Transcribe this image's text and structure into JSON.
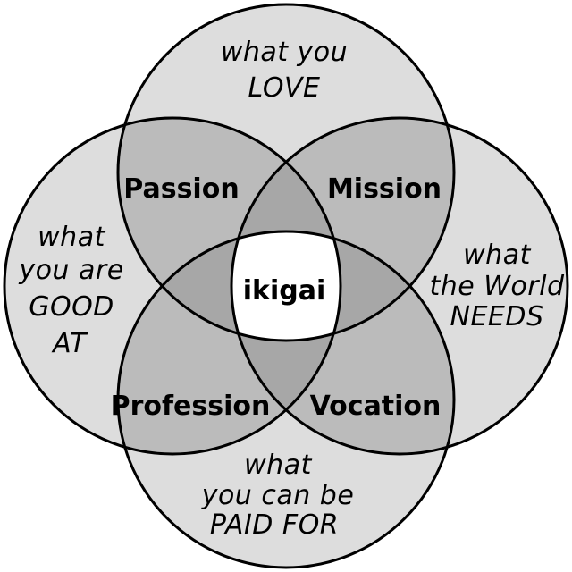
{
  "colors": {
    "single_region": "#dddddd",
    "double_overlap": "#bbbbbb",
    "triple_overlap": "#a7a7a7",
    "center": "#ffffff",
    "outline": "#000000"
  },
  "circles": {
    "top": {
      "line1": "what you",
      "line2": "LOVE"
    },
    "left": {
      "line1": "what",
      "line2": "you are",
      "line3": "GOOD",
      "line4": "AT"
    },
    "right": {
      "line1": "what",
      "line2": "the World",
      "line3": "NEEDS"
    },
    "bottom": {
      "line1": "what",
      "line2": "you can be",
      "line3": "PAID FOR"
    }
  },
  "overlaps": {
    "passion": "Passion",
    "mission": "Mission",
    "profession": "Profession",
    "vocation": "Vocation"
  },
  "center": {
    "label": "ikigai"
  }
}
